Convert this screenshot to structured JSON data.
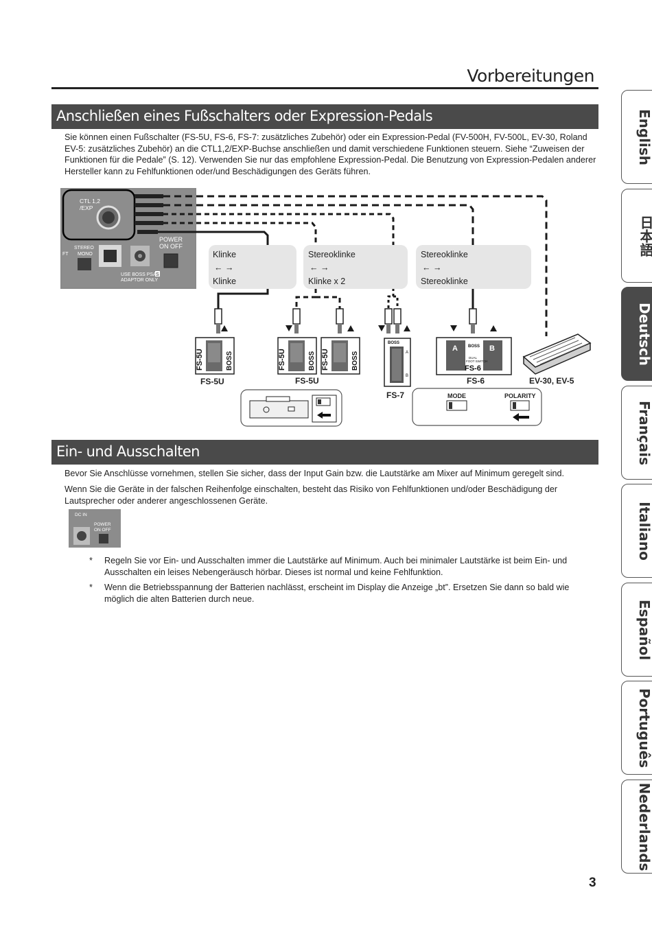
{
  "header": {
    "title": "Vorbereitungen"
  },
  "section1": {
    "title": "Anschließen eines Fußschalters oder Expression-Pedals",
    "body": [
      "Sie können einen Fußschalter (FS-5U, FS-6, FS-7: zusätzliches Zubehör) oder ein Expression-Pedal (FV-500H, FV-500L, EV-30, Roland",
      "EV-5: zusätzliches Zubehör) an die CTL1,2/EXP-Buchse anschließen und damit verschiedene Funktionen steuern. Siehe “Zuweisen der",
      "Funktionen für die Pedale” (S. 12). Verwenden Sie nur das empfohlene Expression-Pedal. Die Benutzung von Expression-Pedalen anderer",
      "Hersteller kann zu Fehlfunktionen oder/und Beschädigungen des Geräts führen."
    ]
  },
  "diagram": {
    "panel": {
      "jack_label": [
        "CTL 1,2",
        "/EXP"
      ],
      "stereo_label": [
        "STEREO",
        "MONO"
      ],
      "ft_label": "FT",
      "power_label": [
        "POWER",
        "ON  OFF"
      ],
      "adaptor_label": [
        "USE BOSS PSA",
        "ADAPTOR ONLY"
      ],
      "adaptor_s": "S"
    },
    "cable_boxes": [
      {
        "top": "Klinke",
        "arrows": "← →",
        "bottom": "Klinke"
      },
      {
        "top": "Stereoklinke",
        "arrows": "← →",
        "bottom": "Klinke x 2"
      },
      {
        "top": "Stereoklinke",
        "arrows": "← →",
        "bottom": "Stereoklinke"
      }
    ],
    "devices": {
      "fs5u_single": "FS-5U",
      "fs5u_pair": "FS-5U",
      "fs7": "FS-7",
      "fs6": "FS-6",
      "ev": "EV-30, EV-5"
    },
    "pedal_text": {
      "model": "FS-5U",
      "brand": "BOSS"
    },
    "fs6_text": {
      "a": "A",
      "b": "B",
      "name": "FS-6",
      "brand": "BOSS",
      "sub": [
        "DUAL",
        "FOOT SWITCH"
      ]
    },
    "fs7_text": {
      "brand": "BOSS",
      "a": "A",
      "b": "B"
    },
    "switches": {
      "mode": "MODE",
      "polarity": "POLARITY"
    },
    "colors": {
      "panel": "#8a8a8a",
      "box": "#e6e6e6",
      "cable": "#1a1a1a"
    }
  },
  "section2": {
    "title": "Ein- und Ausschalten",
    "para1": "Bevor Sie Anschlüsse vornehmen, stellen Sie sicher, dass der Input Gain bzw. die Lautstärke am Mixer auf Minimum geregelt sind.",
    "para2": [
      "Wenn Sie die Geräte in der falschen Reihenfolge einschalten, besteht das Risiko von Fehlfunktionen und/oder Beschädigung der",
      "Lautsprecher oder anderer angeschlossenen Geräte."
    ],
    "thumb": {
      "dc_label": "DC IN",
      "power_label": [
        "POWER",
        "ON OFF"
      ]
    },
    "notes": [
      {
        "star": "*",
        "lines": [
          "Regeln Sie vor Ein- und Ausschalten immer die Lautstärke auf Minimum. Auch bei minimaler Lautstärke ist beim Ein- und",
          "Ausschalten ein leises Nebengeräusch hörbar. Dieses ist normal und keine Fehlfunktion."
        ]
      },
      {
        "star": "*",
        "lines": [
          "Wenn die Betriebsspannung der Batterien nachlässt, erscheint im Display die Anzeige „bt”. Ersetzen Sie dann so bald wie",
          "möglich die alten Batterien durch neue."
        ]
      }
    ]
  },
  "language_tabs": [
    "English",
    "日本語",
    "Deutsch",
    "Français",
    "Italiano",
    "Español",
    "Português",
    "Nederlands"
  ],
  "active_tab": "Deutsch",
  "page_number": "3"
}
